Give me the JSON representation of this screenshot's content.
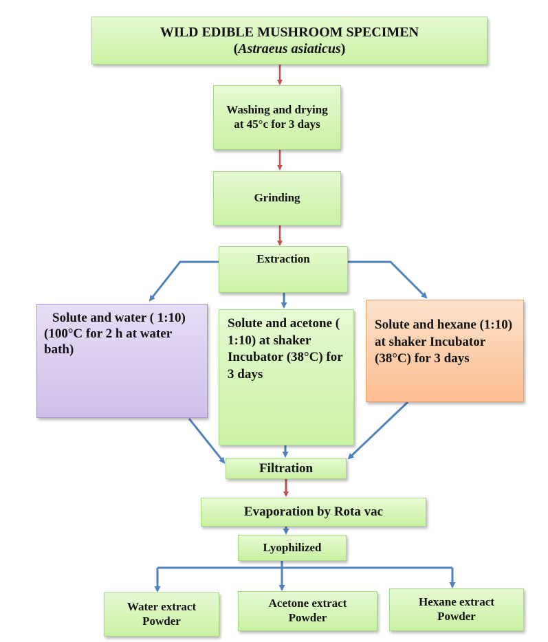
{
  "specimen": {
    "title": "WILD EDIBLE MUSHROOM SPECIMEN",
    "species": "Astraeus asiaticus"
  },
  "steps": {
    "washing": "Washing and drying at 45°c for 3 days",
    "grinding": "Grinding",
    "extraction": "Extraction",
    "water_solvent": "Solute and  water ( 1:10) (100°C for 2 h at water bath)",
    "acetone_solvent": "Solute and acetone ( 1:10) at shaker Incubator (38°C) for  3 days",
    "hexane_solvent": "Solute and hexane (1:10) at shaker Incubator (38°C) for  3 days",
    "filtration": "Filtration",
    "evaporation": "Evaporation by Rota vac",
    "lyophilized": "Lyophilized"
  },
  "outputs": {
    "water": "Water extract Powder",
    "acetone": "Acetone extract Powder",
    "hexane": "Hexane extract Powder"
  },
  "colors": {
    "box_green": "#cdf3a8",
    "box_violet": "#d8cbee",
    "box_orange": "#fcc79e",
    "arrow_red": "#c0504d",
    "arrow_blue": "#4f81bd"
  }
}
